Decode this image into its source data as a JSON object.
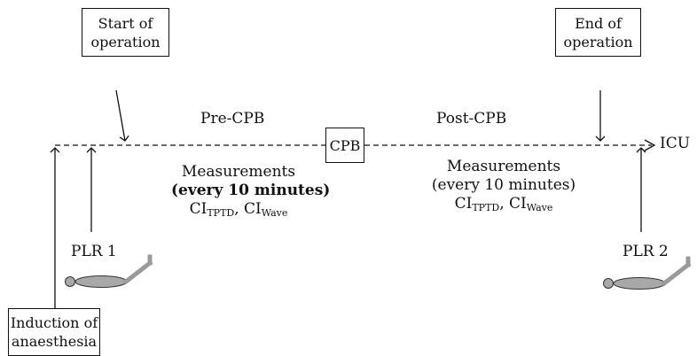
{
  "boxes": {
    "start_line1": "Start of",
    "start_line2": "operation",
    "end_line1": "End of",
    "end_line2": "operation",
    "cpb": "CPB",
    "induction_line1": "Induction of",
    "induction_line2": "anaesthesia"
  },
  "phases": {
    "pre_cpb": "Pre-CPB",
    "post_cpb": "Post-CPB",
    "icu": "ICU"
  },
  "measurements_left": {
    "title": "Measurements",
    "freq": "(every 10 minutes)",
    "ci_prefix": "CI",
    "ci_sub1": "TPTD",
    "ci_sep": ", CI",
    "ci_sub2": "Wave"
  },
  "measurements_right": {
    "title": "Measurements",
    "freq": "(every 10 minutes)",
    "ci_prefix": "CI",
    "ci_sub1": "TPTD",
    "ci_sep": ", CI",
    "ci_sub2": "Wave"
  },
  "plr": {
    "plr1": "PLR 1",
    "plr2": "PLR 2"
  },
  "colors": {
    "line": "#111111",
    "patient_body": "#a8a8a8",
    "leg_raise": "#9a9a9a"
  }
}
